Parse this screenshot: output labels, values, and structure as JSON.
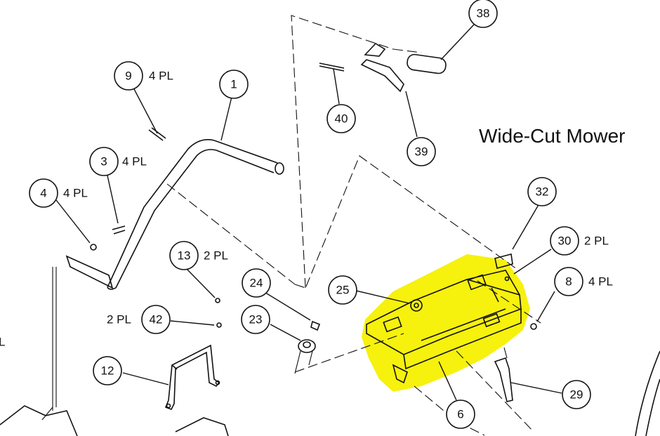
{
  "title": "Wide-Cut Mower",
  "highlight_color": "#f5f000",
  "edge_label": "L",
  "callouts": [
    {
      "id": "c9",
      "number": "9",
      "qty": "4 PL"
    },
    {
      "id": "c1",
      "number": "1",
      "qty": ""
    },
    {
      "id": "c38",
      "number": "38",
      "qty": ""
    },
    {
      "id": "c40",
      "number": "40",
      "qty": ""
    },
    {
      "id": "c39",
      "number": "39",
      "qty": ""
    },
    {
      "id": "c3",
      "number": "3",
      "qty": "4 PL"
    },
    {
      "id": "c4",
      "number": "4",
      "qty": "4 PL"
    },
    {
      "id": "c32",
      "number": "32",
      "qty": ""
    },
    {
      "id": "c30",
      "number": "30",
      "qty": "2 PL"
    },
    {
      "id": "c13",
      "number": "13",
      "qty": "2 PL"
    },
    {
      "id": "c24",
      "number": "24",
      "qty": ""
    },
    {
      "id": "c8",
      "number": "8",
      "qty": "4 PL"
    },
    {
      "id": "c25",
      "number": "25",
      "qty": ""
    },
    {
      "id": "c42",
      "number": "42",
      "qty": "2 PL"
    },
    {
      "id": "c23",
      "number": "23",
      "qty": ""
    },
    {
      "id": "c12",
      "number": "12",
      "qty": ""
    },
    {
      "id": "c29",
      "number": "29",
      "qty": ""
    },
    {
      "id": "c6",
      "number": "6",
      "qty": ""
    }
  ]
}
